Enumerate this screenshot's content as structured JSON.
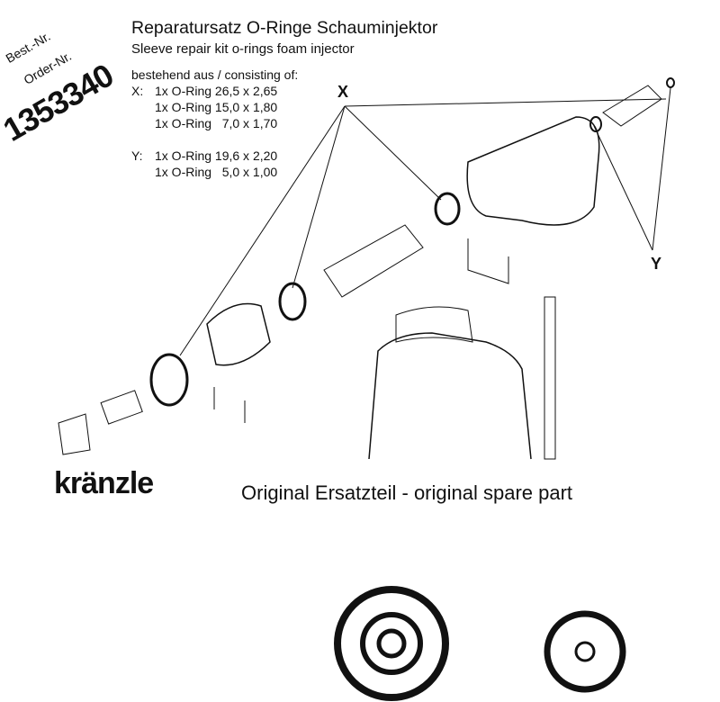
{
  "order": {
    "best_label": "Best.-Nr.",
    "order_label": "Order-Nr.",
    "number": "1353340"
  },
  "title": "Reparatursatz O-Ringe Schauminjektor",
  "subtitle": "Sleeve repair kit o-rings foam injector",
  "consisting_label": "bestehend aus / consisting of:",
  "groups": [
    {
      "key": "X:",
      "items": [
        "1x O-Ring 26,5 x 2,65",
        "1x O-Ring 15,0 x 1,80",
        "1x O-Ring   7,0 x 1,70"
      ]
    },
    {
      "key": "Y:",
      "items": [
        "1x O-Ring 19,6 x 2,20",
        "1x O-Ring   5,0 x 1,00"
      ]
    }
  ],
  "callouts": {
    "x": "X",
    "y": "Y"
  },
  "brand": "kränzle",
  "slogan": "Original Ersatzteil - original spare part"
}
